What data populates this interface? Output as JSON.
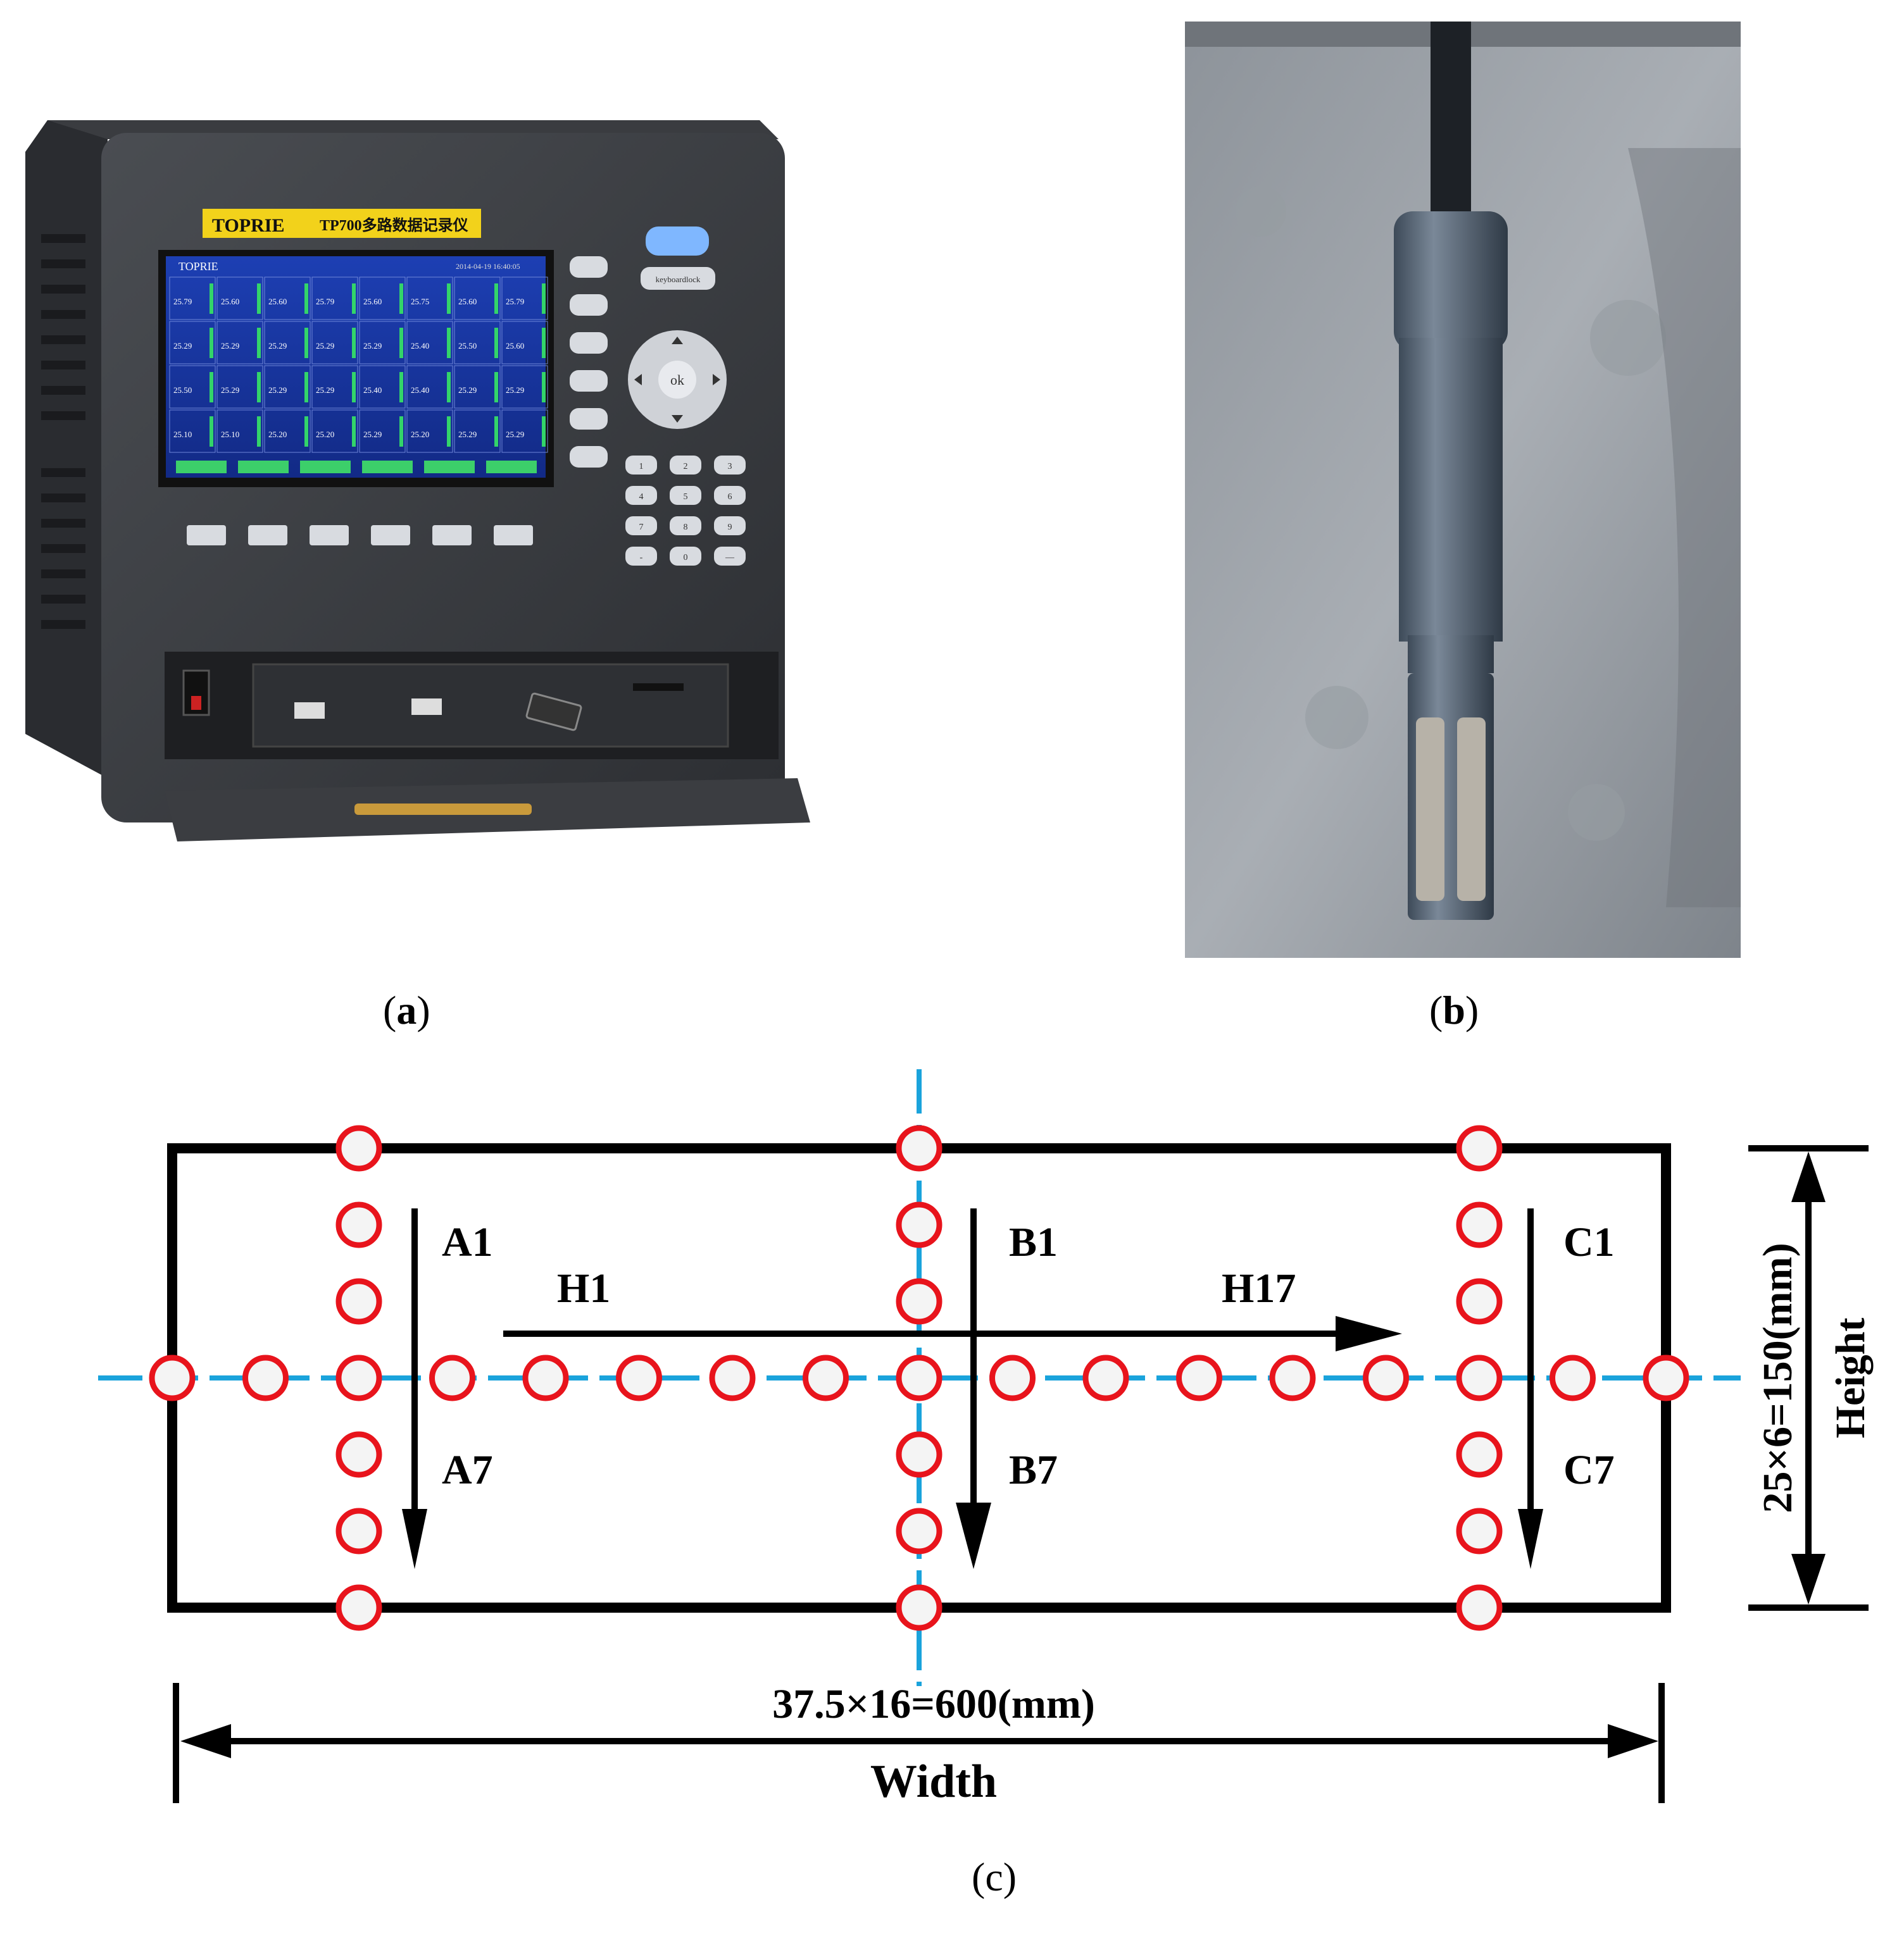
{
  "device": {
    "brand": "TOPRIE",
    "model_label": "TP700多路数据记录仪",
    "screen_brand": "TOPRIE",
    "screen_datetime": "2014-04-19 16:40:05",
    "keyboardlock_label": "keyboardlock",
    "ok_label": "ok",
    "readings": [
      [
        "25.79",
        "25.60",
        "25.60",
        "25.79",
        "25.60",
        "25.75",
        "25.60",
        "25.79"
      ],
      [
        "25.29",
        "25.29",
        "25.29",
        "25.29",
        "25.29",
        "25.40",
        "25.50",
        "25.60"
      ],
      [
        "25.50",
        "25.29",
        "25.29",
        "25.29",
        "25.40",
        "25.40",
        "25.29",
        "25.29"
      ],
      [
        "25.10",
        "25.10",
        "25.20",
        "25.20",
        "25.29",
        "25.20",
        "25.29",
        "25.29"
      ]
    ],
    "keypad": [
      "1",
      "2",
      "3",
      "4",
      "5",
      "6",
      "7",
      "8",
      "9",
      "-",
      "0",
      "—"
    ]
  },
  "labels": {
    "a": "a",
    "b": "b",
    "c": "c"
  },
  "diagram": {
    "rows": {
      "a_top": "A1",
      "a_bottom": "A7",
      "b_top": "B1",
      "b_bottom": "B7",
      "c_top": "C1",
      "c_bottom": "C7"
    },
    "h_start": "H1",
    "h_end": "H17",
    "height_dim": "25×6=150(mm)",
    "height_label": "Height",
    "width_dim": "37.5×16=600(mm)",
    "width_label": "Width",
    "colors": {
      "outline": "#000000",
      "marker": "#e8141c",
      "marker_fill": "#f4f4f4",
      "centerline": "#1aa3dc"
    }
  }
}
